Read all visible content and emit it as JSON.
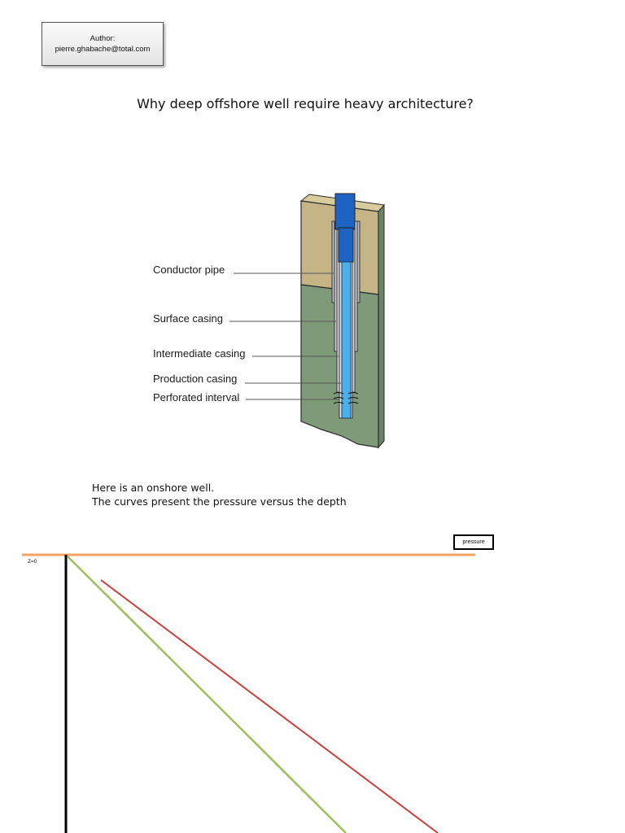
{
  "author": {
    "label": "Author:",
    "email": "pierre.ghabache@total.com"
  },
  "title": "Why deep offshore well require heavy architecture?",
  "well_diagram": {
    "labels": [
      "Conductor pipe",
      "Surface casing",
      "Intermediate casing",
      "Production casing",
      "Perforated interval"
    ],
    "colors": {
      "upper_soil": "#c4b486",
      "lower_soil": "#7e9a78",
      "casing_blue": "#1f63c2",
      "inner_blue": "#4ab0ea"
    }
  },
  "caption": {
    "line1": "Here is an onshore well.",
    "line2": "The curves present the pressure versus the depth"
  },
  "plot": {
    "pressure_label": "pressure",
    "depth_label": "Z=0",
    "colors": {
      "surface_line": "#f4a460",
      "axis": "#000000",
      "green_curve": "#9cc05c",
      "red_curve": "#c8413c"
    }
  }
}
